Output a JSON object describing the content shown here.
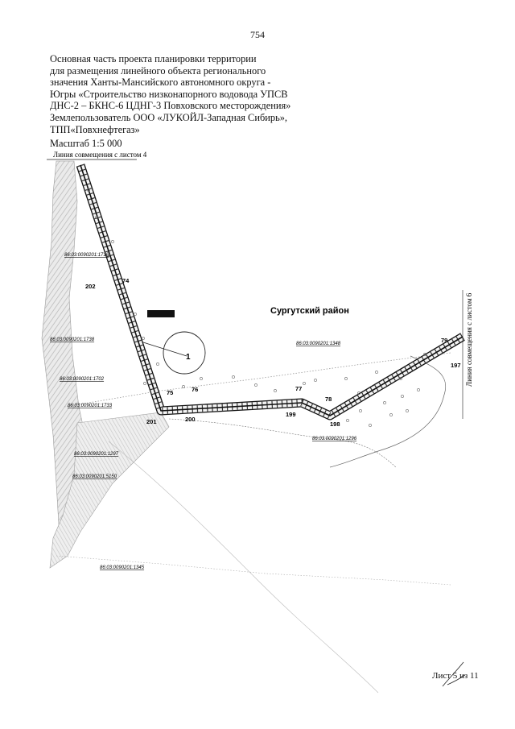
{
  "page_number": "754",
  "title_lines": [
    "Основная часть проекта планировки территории",
    "для размещения линейного объекта регионального",
    "значения Ханты-Мансийского автономного округа -",
    "Югры «Строительство низконапорного водовода УПСВ",
    "ДНС-2 – БКНС-6 ЦДНГ-3 Повховского месторождения»",
    "Землепользователь ООО «ЛУКОЙЛ-Западная Сибирь»,",
    "ТПП«Повхнефтегаз»"
  ],
  "scale": "Масштаб 1:5 000",
  "map": {
    "match_line_top": "Линия совмещения с листом 4",
    "match_line_right": "Линия совмещения с листом 6",
    "district": "Сургутский район",
    "parcels": {
      "p1716": "86:03:0090201:1716",
      "p1738": "86:03:0090201:1738",
      "p1348": "86:03:0090201:1348",
      "p1702": "86:03:0090201:1702",
      "p1733": "86:03:0090201:1733",
      "p1296": "86:03:0090201:1296",
      "p1297": "86:03:0090201:1297",
      "p5150": "86:03:0090201:5150",
      "p1345": "86:03:0090201:1345"
    },
    "points": {
      "n74": "74",
      "n202": "202",
      "n75": "75",
      "n201": "201",
      "n76": "76",
      "n200": "200",
      "n77": "77",
      "n199": "199",
      "n78": "78",
      "n198": "198",
      "n79": "79",
      "n197": "197"
    },
    "callout": "1"
  },
  "footer": "Лист 5 из 11"
}
